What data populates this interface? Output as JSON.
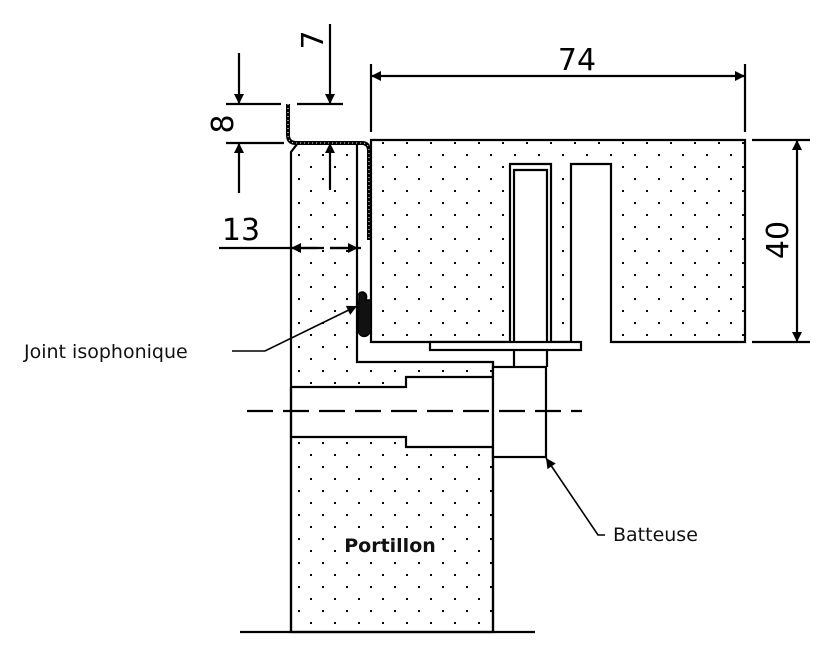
{
  "dimensions": {
    "width_74": "74",
    "height_40": "40",
    "overlap_8": "8",
    "offset_7": "7",
    "gap_13": "13"
  },
  "labels": {
    "seal": "Joint isophonique",
    "stop": "Batteuse",
    "leaf": "Portillon"
  },
  "colors": {
    "line": "#000000",
    "seal": "#111111"
  }
}
